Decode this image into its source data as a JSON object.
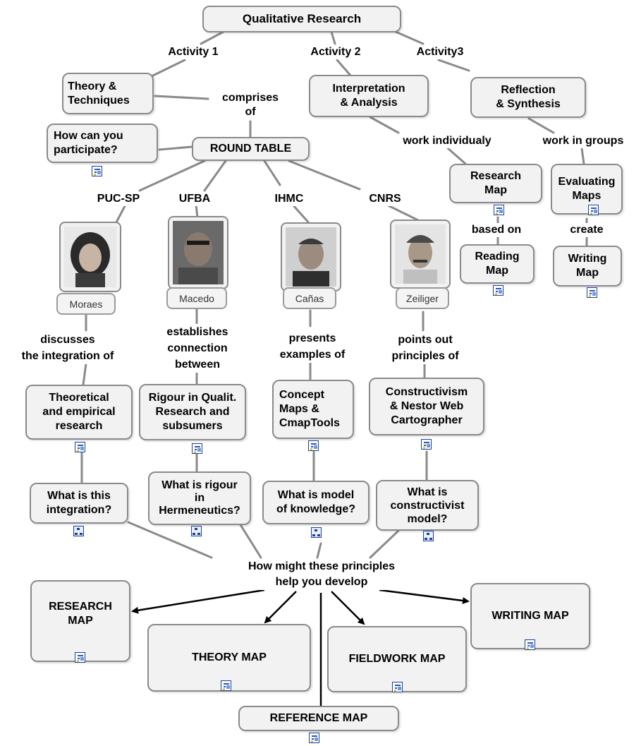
{
  "root": "Qualitative Research",
  "activities": [
    "Activity 1",
    "Activity 2",
    "Activity3"
  ],
  "activity_nodes": {
    "theory": [
      "Theory &",
      "Techniques"
    ],
    "interpretation": [
      "Interpretation",
      "& Analysis"
    ],
    "reflection": [
      "Reflection",
      "& Synthesis"
    ]
  },
  "link_labels": {
    "comprises": [
      "comprises",
      "of"
    ],
    "work_individually": "work individualy",
    "work_groups": "work in groups",
    "based_on": "based on",
    "create": "create",
    "help": [
      "How might these principles",
      "help you develop"
    ]
  },
  "participate": [
    "How can you",
    "participate?"
  ],
  "round_table": "ROUND TABLE",
  "institutions": [
    "PUC-SP",
    "UFBA",
    "IHMC",
    "CNRS"
  ],
  "people": [
    "Moraes",
    "Macedo",
    "Cañas",
    "Zeiliger"
  ],
  "verbs": {
    "moraes": [
      "discusses",
      "the integration of"
    ],
    "macedo": [
      "establishes",
      "connection",
      "between"
    ],
    "canas": [
      "presents",
      "examples of"
    ],
    "zeiliger": [
      "points out",
      "principles of"
    ]
  },
  "topics": {
    "moraes": [
      "Theoretical",
      "and empirical",
      "research"
    ],
    "macedo": [
      "Rigour in Qualit.",
      "Research and",
      "subsumers"
    ],
    "canas": [
      "Concept",
      "Maps &",
      "CmapTools"
    ],
    "zeiliger": [
      "Constructivism",
      "& Nestor Web",
      "Cartographer"
    ]
  },
  "questions": {
    "moraes": [
      "What is this",
      "integration?"
    ],
    "macedo": [
      "What is rigour",
      "in",
      "Hermeneutics?"
    ],
    "canas": [
      "What is model",
      "of knowledge?"
    ],
    "zeiliger": [
      "What is",
      "constructivist",
      "model?"
    ]
  },
  "maps": {
    "research_map": [
      "Research",
      "Map"
    ],
    "reading_map": [
      "Reading",
      "Map"
    ],
    "evaluating_maps": [
      "Evaluating",
      "Maps"
    ],
    "writing_map": [
      "Writing",
      "Map"
    ]
  },
  "outputs": {
    "research": [
      "RESEARCH",
      "MAP"
    ],
    "theory": "THEORY MAP",
    "fieldwork": "FIELDWORK MAP",
    "writing": "WRITING MAP",
    "reference": "REFERENCE MAP"
  },
  "colors": {
    "node_fill": "#f2f2f2",
    "node_border": "#8a8a8a",
    "link": "#8a8a8a",
    "icon_blue": "#1a3f9a"
  },
  "icons": {
    "resource": "document-image-icon",
    "submap": "concept-map-icon"
  }
}
